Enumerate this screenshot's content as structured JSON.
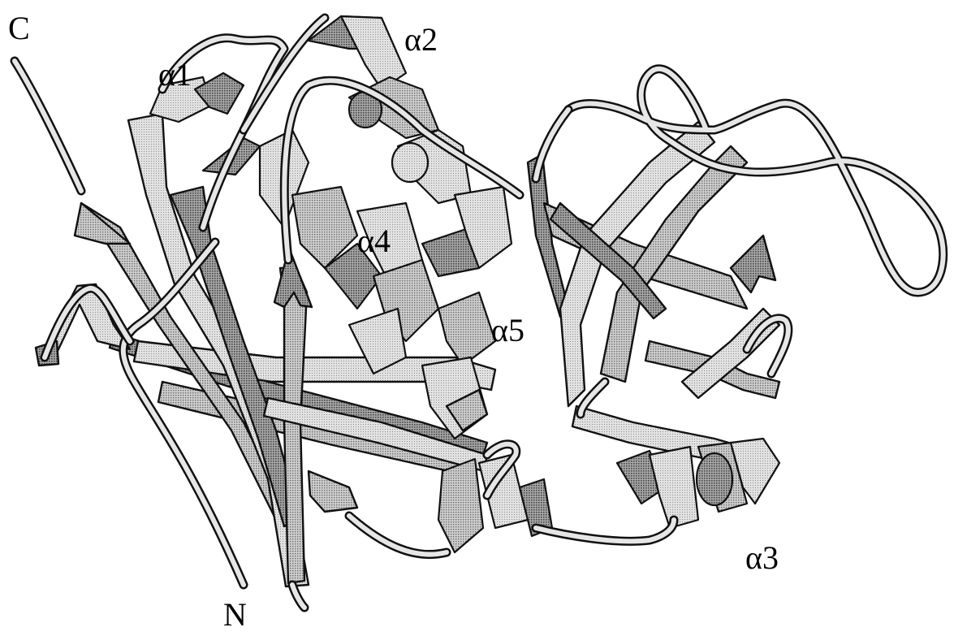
{
  "labels": {
    "c_terminus": "C",
    "n_terminus": "N",
    "alpha1": "α1",
    "alpha2": "α2",
    "alpha3": "α3",
    "alpha4": "α4",
    "alpha5": "α5"
  },
  "colors": {
    "background": "#ffffff",
    "outline": "#111111",
    "ribbon_light": "#dcdcdc",
    "ribbon_mid": "#c4c4c4",
    "ribbon_dark": "#9e9e9e",
    "coil_fill": "#e6e6e6"
  }
}
